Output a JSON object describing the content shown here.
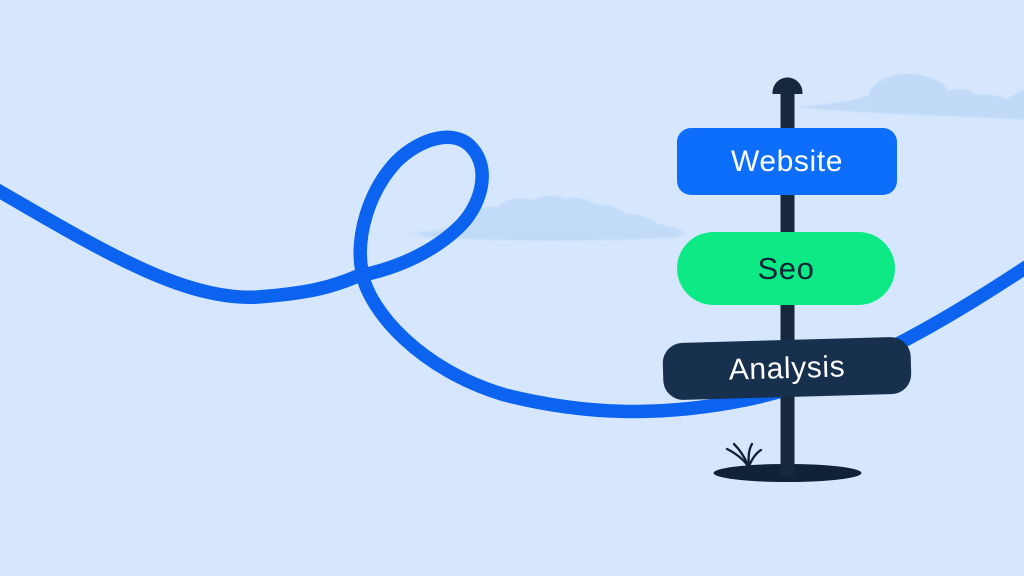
{
  "illustration": {
    "description": "Signpost illustration with three direction signs reading Website, Seo and Analysis, a looping blue rope line, distant clouds, grass tuft and ground shadow",
    "sky_color": "#d6e7fd",
    "rope": {
      "color": "#0b63f0"
    },
    "clouds": {
      "color": "#bed9f8"
    },
    "signpost": {
      "pole_color": "#16293c",
      "base_color": "#0f2238",
      "grass_color": "#0f2238",
      "signs": [
        {
          "label": "Website",
          "background": "#0d6efb",
          "text_color": "#ffffff"
        },
        {
          "label": "Seo",
          "background": "#0dea85",
          "text_color": "#0d2336"
        },
        {
          "label": "Analysis",
          "background": "#16304d",
          "text_color": "#fdfdfe"
        }
      ]
    }
  }
}
